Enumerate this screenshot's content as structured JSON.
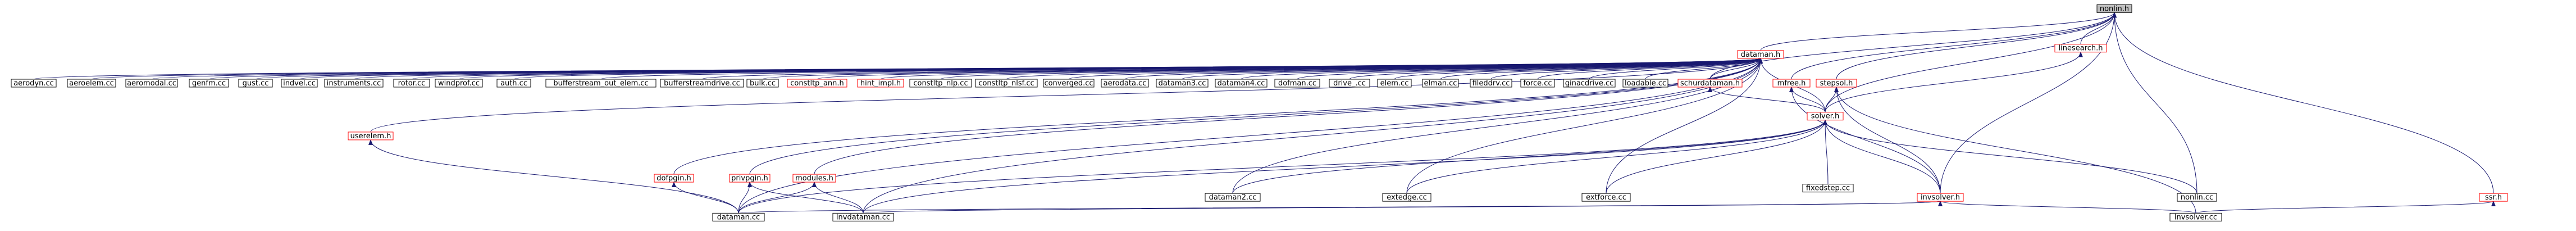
{
  "colors": {
    "edge": "#191970",
    "node_border_default": "#000000",
    "node_border_undocumented": "#ff0000",
    "node_fill_default": "#ffffff",
    "node_fill_root": "#bfbfbf",
    "text": "#000000"
  },
  "nodes": {
    "nonlin_h": "nonlin.h",
    "dataman_h": "dataman.h",
    "linesearch_h": "linesearch.h",
    "aerodyn_cc": "aerodyn.cc",
    "aeroelem_cc": "aeroelem.cc",
    "aeromodal_cc": "aeromodal.cc",
    "genfm_cc": "genfm.cc",
    "gust_cc": "gust.cc",
    "indvel_cc": "indvel.cc",
    "instruments_cc": "instruments.cc",
    "rotor_cc": "rotor.cc",
    "windprof_cc": "windprof.cc",
    "auth_cc": "auth.cc",
    "bufferstream_out_elem_cc": "bufferstream_out_elem.cc",
    "bufferstreamdrive_cc": "bufferstreamdrive.cc",
    "bulk_cc": "bulk.cc",
    "constltp_ann_h": "constltp_ann.h",
    "hint_impl_h": "hint_impl.h",
    "constltp_nlp_cc": "constltp_nlp.cc",
    "constltp_nlsf_cc": "constltp_nlsf.cc",
    "converged_cc": "converged.cc",
    "aerodata_cc": "aerodata.cc",
    "dataman3_cc": "dataman3.cc",
    "dataman4_cc": "dataman4.cc",
    "dofman_cc": "dofman.cc",
    "drive_cc": "drive_.cc",
    "elem_cc": "elem.cc",
    "elman_cc": "elman.cc",
    "fileddrv_cc": "fileddrv.cc",
    "force_cc": "force.cc",
    "ginacdrive_cc": "ginacdrive.cc",
    "loadable_cc": "loadable.cc",
    "schurdataman_h": "schurdataman.h",
    "mfree_h": "mfree.h",
    "stepsol_h": "stepsol.h",
    "solver_h": "solver.h",
    "useratom_h": "userelem.h",
    "dofpgin_h": "dofpgin.h",
    "privpgin_h": "privpgin.h",
    "modules_h": "modules.h",
    "dataman2_cc": "dataman2.cc",
    "extedge_cc": "extedge.cc",
    "extforce_cc": "extforce.cc",
    "fixedstep_cc": "fixedstep.cc",
    "invsolver_h": "invsolver.h",
    "nonlin_cc": "nonlin.cc",
    "ssr_h": "ssr.h",
    "dataman_cc": "dataman.cc",
    "invdataman_cc": "invdataman.cc",
    "invsolver_cc": "invsolver.cc"
  },
  "node_styles": {
    "nonlin_h": "root",
    "dataman_h": "undocumented",
    "linesearch_h": "undocumented",
    "constltp_ann_h": "undocumented",
    "hint_impl_h": "undocumented",
    "schurdataman_h": "undocumented",
    "mfree_h": "undocumented",
    "stepsol_h": "undocumented",
    "solver_h": "undocumented",
    "useratom_h": "undocumented",
    "dofpgin_h": "undocumented",
    "privpgin_h": "undocumented",
    "modules_h": "undocumented",
    "invsolver_h": "undocumented",
    "ssr_h": "undocumented"
  },
  "edges": [
    [
      "dataman_h",
      "nonlin_h"
    ],
    [
      "linesearch_h",
      "nonlin_h"
    ],
    [
      "mfree_h",
      "nonlin_h"
    ],
    [
      "stepsol_h",
      "nonlin_h"
    ],
    [
      "solver_h",
      "nonlin_h"
    ],
    [
      "invsolver_h",
      "nonlin_h"
    ],
    [
      "nonlin_cc",
      "nonlin_h"
    ],
    [
      "ssr_h",
      "nonlin_h"
    ],
    [
      "schurdataman_h",
      "nonlin_h"
    ],
    [
      "aerodyn_cc",
      "dataman_h"
    ],
    [
      "aeroelem_cc",
      "dataman_h"
    ],
    [
      "aeromodal_cc",
      "dataman_h"
    ],
    [
      "genfm_cc",
      "dataman_h"
    ],
    [
      "gust_cc",
      "dataman_h"
    ],
    [
      "indvel_cc",
      "dataman_h"
    ],
    [
      "instruments_cc",
      "dataman_h"
    ],
    [
      "rotor_cc",
      "dataman_h"
    ],
    [
      "windprof_cc",
      "dataman_h"
    ],
    [
      "auth_cc",
      "dataman_h"
    ],
    [
      "bufferstream_out_elem_cc",
      "dataman_h"
    ],
    [
      "bufferstreamdrive_cc",
      "dataman_h"
    ],
    [
      "bulk_cc",
      "dataman_h"
    ],
    [
      "constltp_ann_h",
      "dataman_h"
    ],
    [
      "hint_impl_h",
      "dataman_h"
    ],
    [
      "constltp_nlp_cc",
      "dataman_h"
    ],
    [
      "constltp_nlsf_cc",
      "dataman_h"
    ],
    [
      "converged_cc",
      "dataman_h"
    ],
    [
      "aerodata_cc",
      "dataman_h"
    ],
    [
      "dataman3_cc",
      "dataman_h"
    ],
    [
      "dataman4_cc",
      "dataman_h"
    ],
    [
      "dofman_cc",
      "dataman_h"
    ],
    [
      "drive_cc",
      "dataman_h"
    ],
    [
      "elem_cc",
      "dataman_h"
    ],
    [
      "elman_cc",
      "dataman_h"
    ],
    [
      "fileddrv_cc",
      "dataman_h"
    ],
    [
      "force_cc",
      "dataman_h"
    ],
    [
      "ginacdrive_cc",
      "dataman_h"
    ],
    [
      "loadable_cc",
      "dataman_h"
    ],
    [
      "schurdataman_h",
      "dataman_h"
    ],
    [
      "useratom_h",
      "dataman_h"
    ],
    [
      "dofpgin_h",
      "dataman_h"
    ],
    [
      "privpgin_h",
      "dataman_h"
    ],
    [
      "modules_h",
      "dataman_h"
    ],
    [
      "dataman2_cc",
      "dataman_h"
    ],
    [
      "extedge_cc",
      "dataman_h"
    ],
    [
      "extforce_cc",
      "dataman_h"
    ],
    [
      "solver_h",
      "dataman_h"
    ],
    [
      "dataman_cc",
      "dataman_h"
    ],
    [
      "invdataman_cc",
      "dataman_h"
    ],
    [
      "solver_h",
      "linesearch_h"
    ],
    [
      "solver_h",
      "schurdataman_h"
    ],
    [
      "solver_h",
      "mfree_h"
    ],
    [
      "solver_h",
      "stepsol_h"
    ],
    [
      "invsolver_h",
      "mfree_h"
    ],
    [
      "invsolver_h",
      "stepsol_h"
    ],
    [
      "invsolver_cc",
      "stepsol_h"
    ],
    [
      "dataman2_cc",
      "solver_h"
    ],
    [
      "extedge_cc",
      "solver_h"
    ],
    [
      "extforce_cc",
      "solver_h"
    ],
    [
      "fixedstep_cc",
      "solver_h"
    ],
    [
      "invsolver_h",
      "solver_h"
    ],
    [
      "nonlin_cc",
      "solver_h"
    ],
    [
      "dataman_cc",
      "solver_h"
    ],
    [
      "invdataman_cc",
      "solver_h"
    ],
    [
      "invsolver_cc",
      "invsolver_h"
    ],
    [
      "dataman_cc",
      "invsolver_h"
    ],
    [
      "invdataman_cc",
      "invsolver_h"
    ],
    [
      "invsolver_cc",
      "ssr_h"
    ],
    [
      "dataman_cc",
      "useratom_h"
    ],
    [
      "dataman_cc",
      "dofpgin_h"
    ],
    [
      "dataman_cc",
      "privpgin_h"
    ],
    [
      "invdataman_cc",
      "privpgin_h"
    ],
    [
      "dataman_cc",
      "modules_h"
    ],
    [
      "invdataman_cc",
      "modules_h"
    ]
  ]
}
